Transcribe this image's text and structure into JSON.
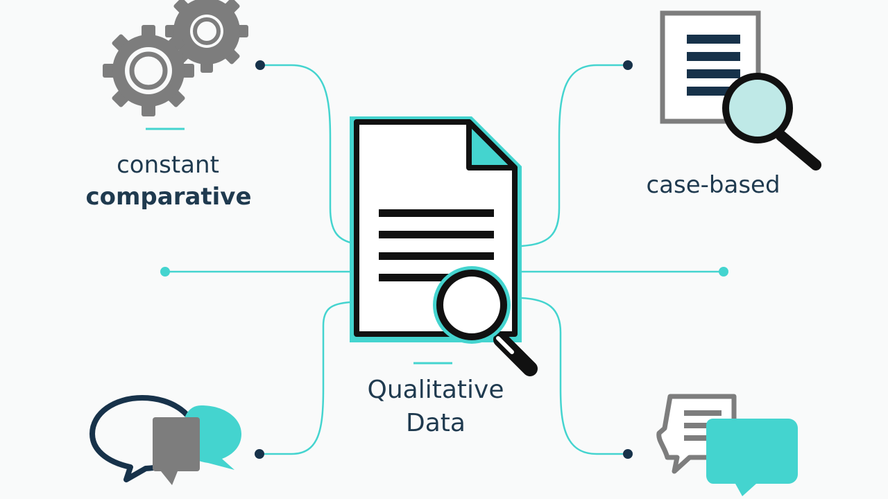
{
  "labels": {
    "constant": "constant",
    "comparative": "comparative",
    "case_based": "case-based",
    "qualitative": "Qualitative",
    "data": "Data"
  },
  "colors": {
    "teal": "#44d4cf",
    "navy": "#17324a",
    "gray": "#7d7d7d",
    "black": "#111111",
    "background": "#f9fafa"
  },
  "icons": [
    "gears-icon",
    "document-magnifier-icon",
    "qualitative-data-document-icon",
    "magnifier-icon",
    "speech-bubbles-icon",
    "chat-messages-icon"
  ]
}
